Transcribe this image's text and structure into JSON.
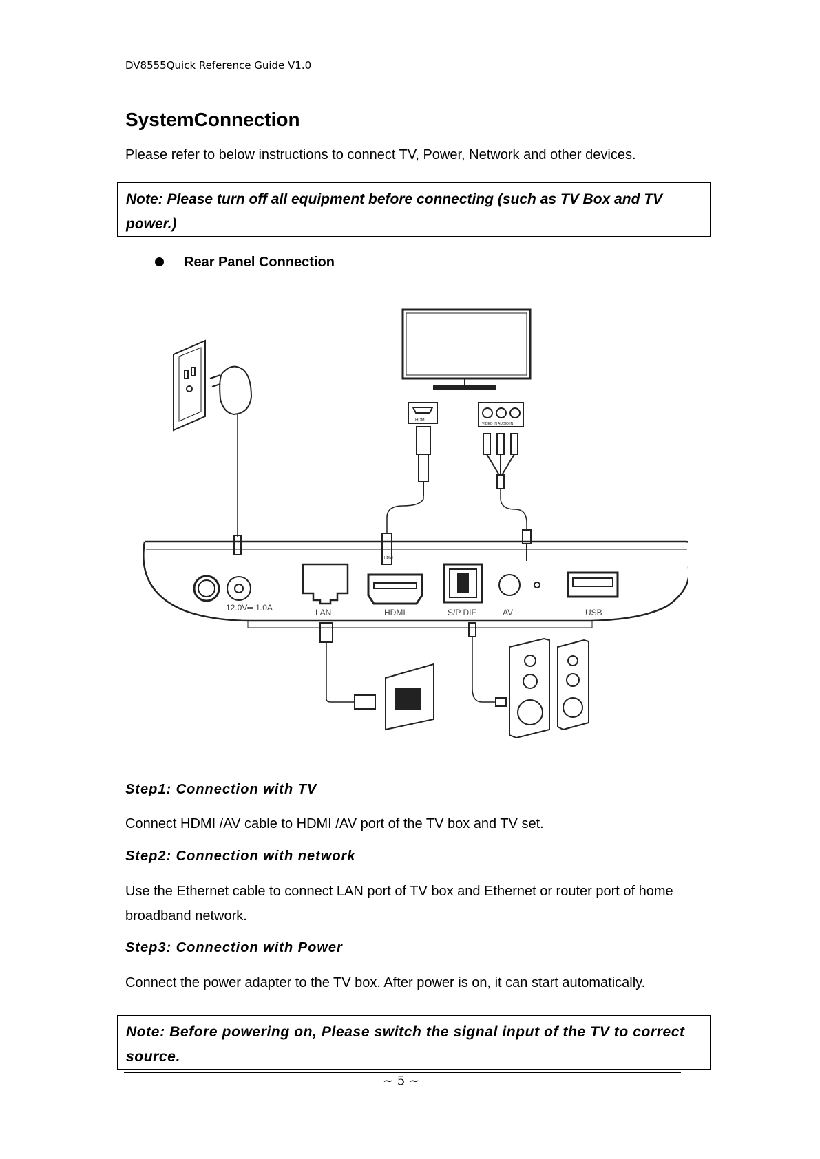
{
  "header": "DV8555Quick Reference Guide V1.0",
  "title": "SystemConnection",
  "intro": "Please refer to below instructions to connect TV, Power, Network and other devices.",
  "note_top": "Note: Please turn off all equipment before connecting (such as TV Box and TV power.)",
  "bullet": "Rear Panel Connection",
  "diagram": {
    "tv_hdmi_label": "HDMI",
    "tv_av_labels": "VIDEO IN AUDIO IN",
    "port_power_rating": "12.0V═ 1.0A",
    "port_lan": "LAN",
    "port_hdmi": "HDMI",
    "port_spdif": "S/P DIF",
    "port_av": "AV",
    "port_usb": "USB",
    "plug_hdmi": "HDMI"
  },
  "steps": [
    {
      "heading": "Step1: Connection with TV",
      "text": "Connect HDMI /AV cable to HDMI /AV port of the TV box and TV set."
    },
    {
      "heading": "Step2: Connection with network",
      "text": "Use the Ethernet cable to connect LAN port of TV box and Ethernet or router port of home broadband network."
    },
    {
      "heading": "Step3: Connection with Power",
      "text": "Connect the power adapter to the TV box. After power is on, it can start automatically."
    }
  ],
  "note_bottom": "Note: Before powering on, Please switch the signal input of the TV to correct source.",
  "page_number": "~ 5 ~"
}
